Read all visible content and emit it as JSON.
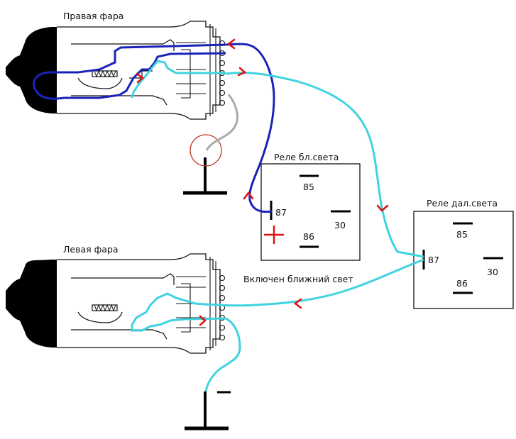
{
  "labels": {
    "right_headlight": "Правая фара",
    "left_headlight": "Левая фара",
    "low_beam_on": "Включен ближний свет"
  },
  "relay_low": {
    "title": "Реле бл.света",
    "pin_85": "85",
    "pin_86": "86",
    "pin_87": "87",
    "pin_30": "30",
    "plus_sign": "+"
  },
  "relay_high": {
    "title": "Реле дал.света",
    "pin_85": "85",
    "pin_86": "86",
    "pin_87": "87",
    "pin_30": "30"
  },
  "colors": {
    "dark_blue_wire": "#1a23b8",
    "cyan_wire": "#3fd3e0",
    "ground_wire": "#aaaaaa",
    "arrow": "#e01010",
    "circle": "#c0392b",
    "outline": "#111111"
  }
}
